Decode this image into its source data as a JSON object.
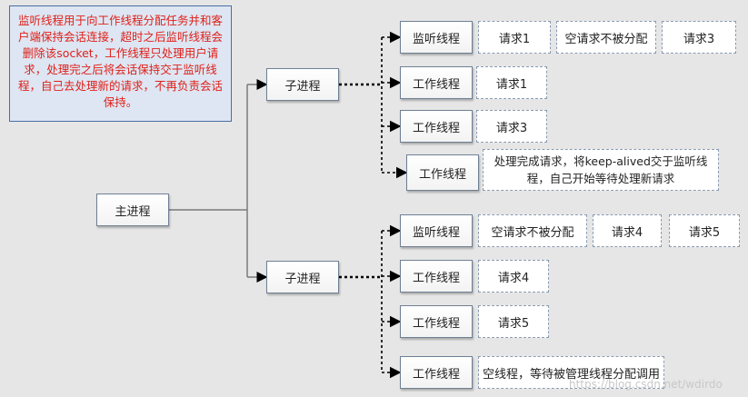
{
  "note": {
    "text": "监听线程用于向工作线程分配任务并和客户端保持会话连接，超时之后监听线程会删除该socket，工作线程只处理用户请求，处理完之后将会话保持交于监听线程，自己去处理新的请求，不再负责会话保持。"
  },
  "main_process": {
    "label": "主进程"
  },
  "groups": [
    {
      "child_label": "子进程",
      "rows": [
        {
          "thread": "监听线程",
          "tasks": [
            "请求1",
            "空请求不被分配",
            "请求3"
          ]
        },
        {
          "thread": "工作线程",
          "tasks": [
            "请求1"
          ]
        },
        {
          "thread": "工作线程",
          "tasks": [
            "请求3"
          ]
        },
        {
          "thread": "工作线程",
          "tasks": [
            "处理完成请求，将keep-alived交于监听线程，自己开始等待处理新请求"
          ]
        }
      ]
    },
    {
      "child_label": "子进程",
      "rows": [
        {
          "thread": "监听线程",
          "tasks": [
            "空请求不被分配",
            "请求4",
            "请求5"
          ]
        },
        {
          "thread": "工作线程",
          "tasks": [
            "请求4"
          ]
        },
        {
          "thread": "工作线程",
          "tasks": [
            "请求5"
          ]
        },
        {
          "thread": "工作线程",
          "tasks": [
            "空线程，等待被管理线程分配调用"
          ]
        }
      ]
    }
  ],
  "watermark": "https://blog.csdn.net/wdirdo",
  "colors": {
    "background": "#e6e6e6",
    "note_text": "#e0201a",
    "note_fill": "#dde6f2",
    "connector": "#7a7a7a",
    "arrow": "#000000"
  }
}
